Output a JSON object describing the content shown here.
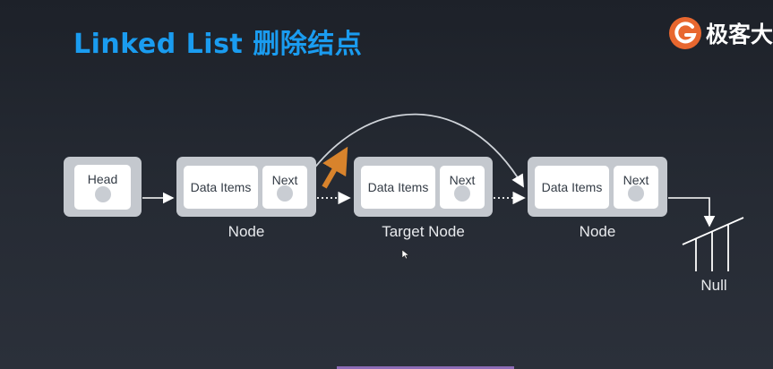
{
  "slide": {
    "title": "Linked List 删除结点",
    "brand": "极客大"
  },
  "nodes": {
    "head": {
      "label": "Head"
    },
    "node1": {
      "data_label": "Data Items",
      "next_label": "Next",
      "caption": "Node"
    },
    "target": {
      "data_label": "Data Items",
      "next_label": "Next",
      "caption": "Target Node"
    },
    "node3": {
      "data_label": "Data Items",
      "next_label": "Next",
      "caption": "Node"
    }
  },
  "terminal": {
    "label": "Null"
  },
  "colors": {
    "title": "#1a9cf0",
    "node_box": "#c4c8ce",
    "cell": "#ffffff",
    "pointer_highlight": "#d8832c",
    "logo": "#e8672f"
  }
}
